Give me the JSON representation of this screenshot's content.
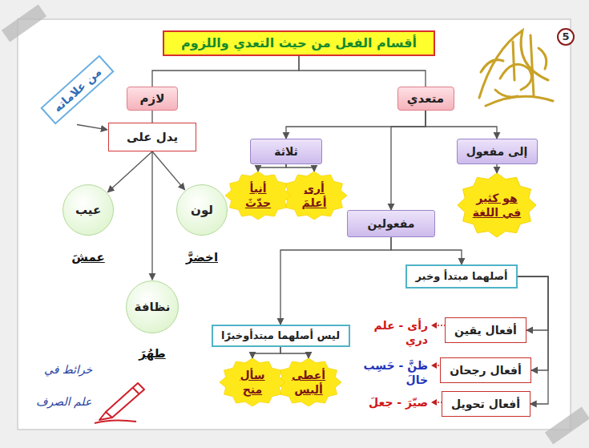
{
  "diagram": {
    "nodes": [
      {
        "text": [
          "أقسام الفعل من حيث التعدي واللزوم"
        ]
      },
      {
        "text": [
          "متعدي"
        ]
      },
      {
        "text": [
          "لازم"
        ]
      },
      {
        "text": [
          "من علاماته"
        ]
      },
      {
        "text": [
          "إلى مفعول"
        ]
      },
      {
        "text": [
          "ثلاثة"
        ]
      },
      {
        "text": [
          "يدل على"
        ]
      },
      {
        "text": [
          "هو كثير في اللغة"
        ]
      },
      {
        "text": [
          "أرى أعلمَ"
        ]
      },
      {
        "text": [
          "أنبأ حدّثَ"
        ]
      },
      {
        "text": [
          "لون"
        ]
      },
      {
        "text": [
          "عيب"
        ]
      },
      {
        "text": [
          "مفعولين"
        ]
      },
      {
        "text": [
          "أصلهما مبتدأ وخبر"
        ]
      },
      {
        "text": [
          "نظافة"
        ]
      },
      {
        "text": [
          "أفعال يقين"
        ]
      },
      {
        "text": [
          "ليس أصلهما مبتدأوخبرًا"
        ]
      },
      {
        "text": [
          "أفعال رجحان"
        ]
      },
      {
        "text": [
          "أعطى ألبس"
        ]
      },
      {
        "text": [
          "سأل منح"
        ]
      },
      {
        "text": [
          "أفعال تحويل"
        ]
      }
    ],
    "edges": [
      {
        "from": 0,
        "to": 1,
        "arrow": "none"
      },
      {
        "from": 0,
        "to": 2,
        "arrow": "none"
      },
      {
        "from": 2,
        "to": 6,
        "arrow": "none"
      },
      {
        "from": 3,
        "to": 6,
        "arrow": "to"
      },
      {
        "from": 6,
        "to": 11,
        "arrow": "to"
      },
      {
        "from": 6,
        "to": 10,
        "arrow": "to"
      },
      {
        "from": 6,
        "to": 14,
        "arrow": "to"
      },
      {
        "from": 1,
        "to": 4,
        "arrow": "to"
      },
      {
        "from": 1,
        "to": 5,
        "arrow": "to"
      },
      {
        "from": 1,
        "to": 12,
        "arrow": "to"
      },
      {
        "from": 4,
        "to": 7,
        "arrow": "to"
      },
      {
        "from": 5,
        "to": 8,
        "arrow": "to"
      },
      {
        "from": 5,
        "to": 9,
        "arrow": "to"
      },
      {
        "from": 12,
        "to": 13,
        "arrow": "to"
      },
      {
        "from": 12,
        "to": 16,
        "arrow": "to"
      },
      {
        "from": 13,
        "to": 15,
        "arrow": "to"
      },
      {
        "from": 13,
        "to": 17,
        "arrow": "to"
      },
      {
        "from": 13,
        "to": 20,
        "arrow": "to"
      },
      {
        "from": 16,
        "to": 18,
        "arrow": "to"
      },
      {
        "from": 16,
        "to": 19,
        "arrow": "to"
      }
    ],
    "labels": [
      "5",
      "اخضرَّ",
      "عمشَ",
      "طهُرَ",
      "رأى - علم دري",
      "ظنَّ - حَسِب خالَ",
      "صيّرَ - جعلَ",
      "خرائط في",
      "علم الصرف"
    ]
  }
}
